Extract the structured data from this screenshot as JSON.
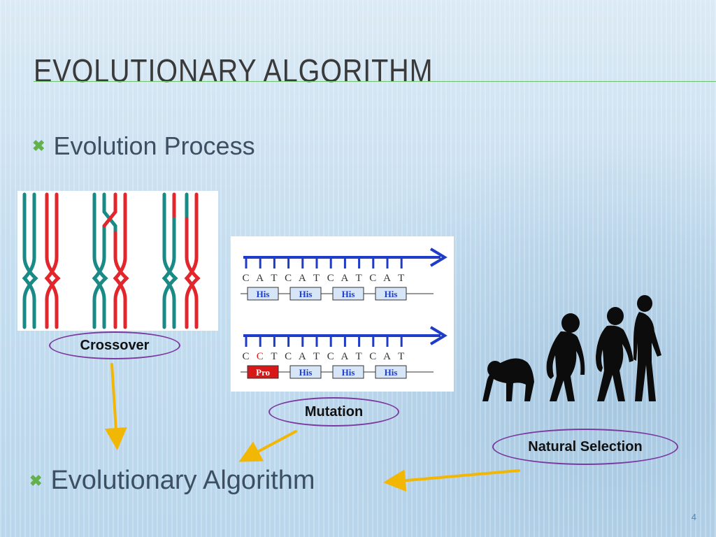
{
  "slide": {
    "title": "EVOLUTIONARY ALGORITHM",
    "bullets": [
      "Evolution Process",
      "Evolutionary Algorithm"
    ],
    "labels": {
      "crossover": "Crossover",
      "mutation": "Mutation",
      "natural_selection": "Natural Selection"
    },
    "page_number": "4"
  },
  "mutation_figure": {
    "top_sequence": [
      "C",
      "A",
      "T",
      "C",
      "A",
      "T",
      "C",
      "A",
      "T",
      "C",
      "A",
      "T"
    ],
    "bottom_sequence": [
      "C",
      "C",
      "T",
      "C",
      "A",
      "T",
      "C",
      "A",
      "T",
      "C",
      "A",
      "T"
    ],
    "mutated_base_index": 1,
    "top_codons": [
      "His",
      "His",
      "His",
      "His"
    ],
    "bottom_codons": [
      "Pro",
      "His",
      "His",
      "His"
    ]
  },
  "colors": {
    "accent_green": "#62b14a",
    "oval_purple": "#7b3aa0",
    "arrow_orange": "#f2b705",
    "dna_blue": "#1e3cc8",
    "mutation_red": "#e02020",
    "chromosome_teal": "#1a8a86",
    "chromosome_red": "#e2262b"
  }
}
